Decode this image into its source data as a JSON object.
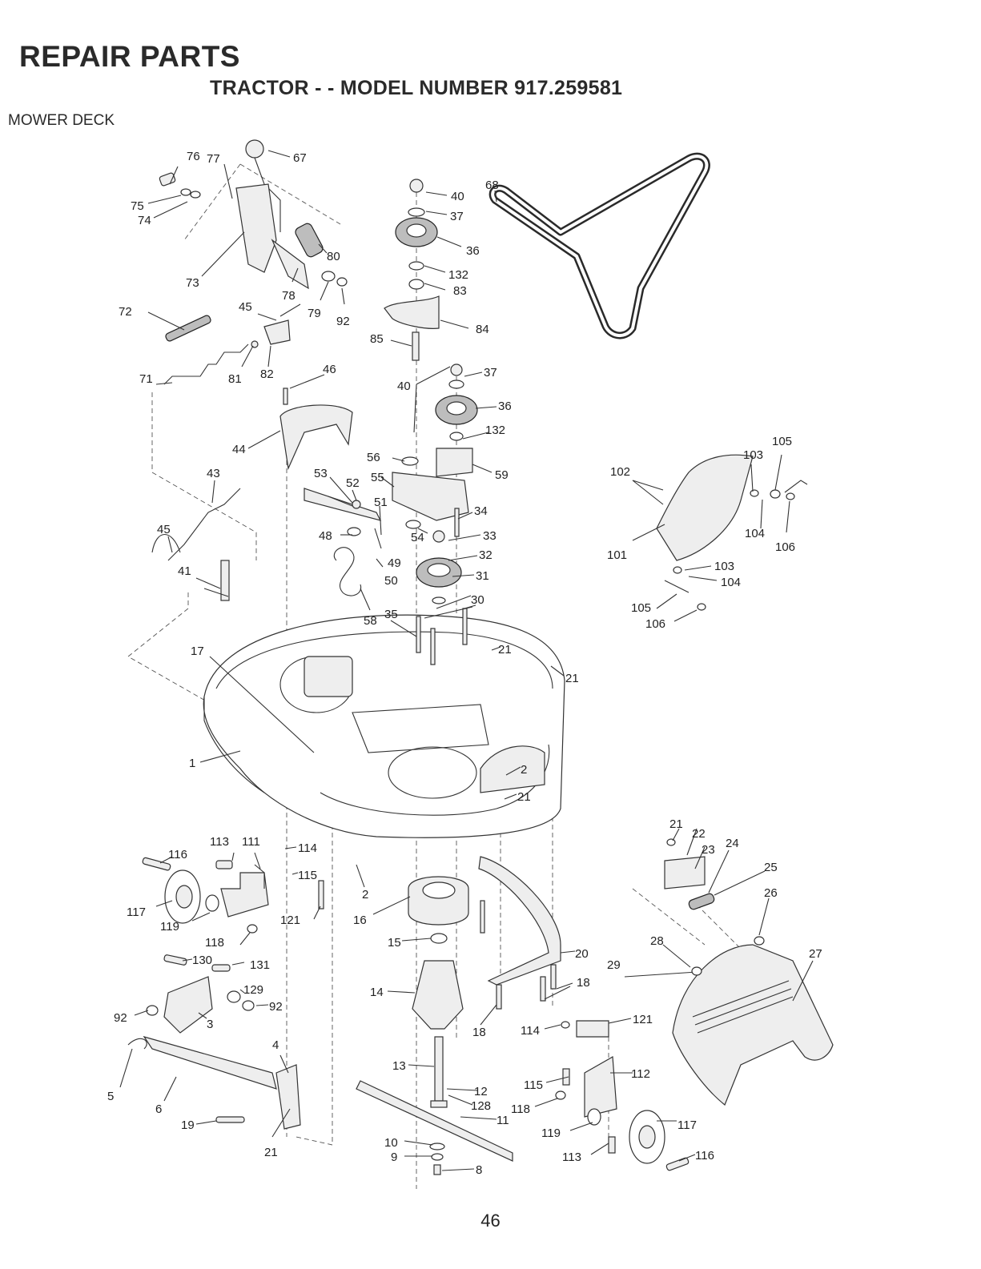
{
  "header": {
    "title": "REPAIR PARTS",
    "model": "TRACTOR - - MODEL NUMBER 917.259581",
    "section": "MOWER DECK"
  },
  "callouts": [
    "1",
    "2",
    "3",
    "4",
    "5",
    "6",
    "8",
    "9",
    "10",
    "11",
    "12",
    "13",
    "14",
    "15",
    "16",
    "17",
    "18",
    "19",
    "20",
    "21",
    "22",
    "23",
    "24",
    "25",
    "26",
    "27",
    "28",
    "29",
    "30",
    "31",
    "32",
    "33",
    "34",
    "35",
    "36",
    "37",
    "40",
    "41",
    "43",
    "44",
    "45",
    "46",
    "48",
    "49",
    "50",
    "51",
    "52",
    "53",
    "54",
    "55",
    "56",
    "58",
    "59",
    "67",
    "68",
    "71",
    "72",
    "73",
    "74",
    "75",
    "76",
    "77",
    "78",
    "79",
    "80",
    "81",
    "82",
    "83",
    "84",
    "85",
    "92",
    "101",
    "102",
    "103",
    "104",
    "105",
    "106",
    "111",
    "112",
    "113",
    "114",
    "115",
    "116",
    "117",
    "118",
    "119",
    "121",
    "128",
    "129",
    "130",
    "131",
    "132"
  ],
  "page_number": "46"
}
